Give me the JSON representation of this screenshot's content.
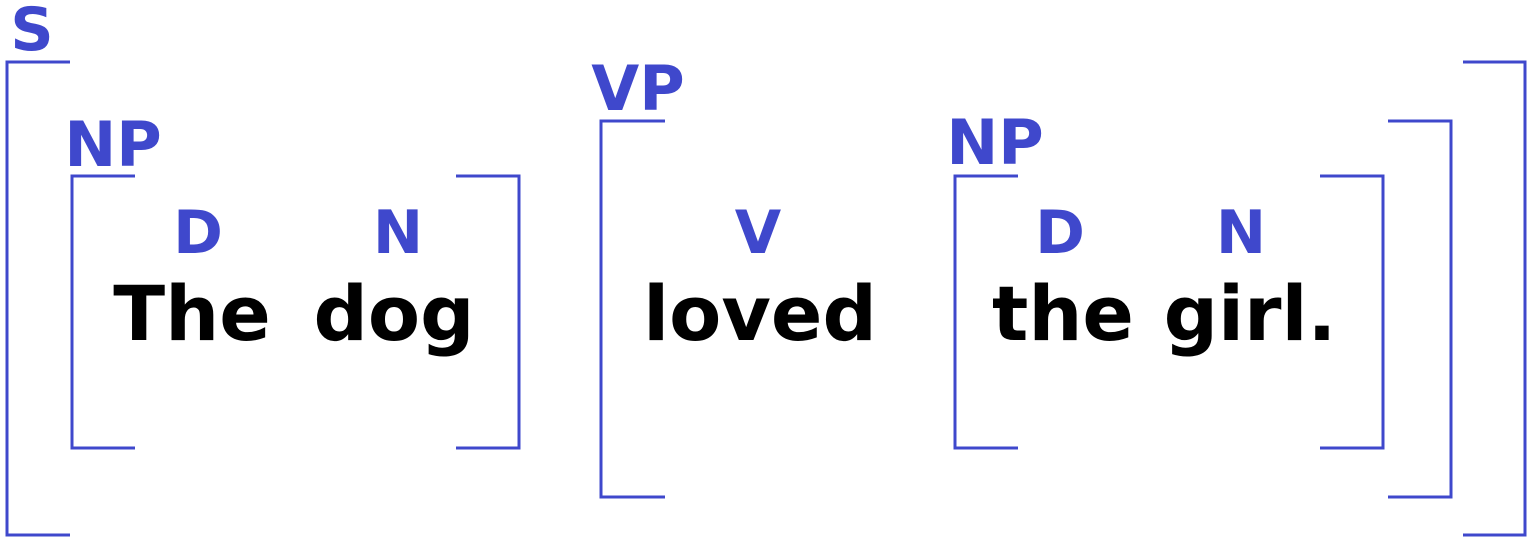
{
  "colors": {
    "bracket": "#3f48cc",
    "label": "#3f48cc",
    "word": "#000000"
  },
  "sentence": {
    "label": "S",
    "subject": {
      "label": "NP",
      "determiner": {
        "label": "D",
        "word": "The"
      },
      "noun": {
        "label": "N",
        "word": "dog"
      }
    },
    "predicate": {
      "label": "VP",
      "verb": {
        "label": "V",
        "word": "loved"
      },
      "object": {
        "label": "NP",
        "determiner": {
          "label": "D",
          "word": "the"
        },
        "noun": {
          "label": "N",
          "word": "girl."
        }
      }
    }
  }
}
